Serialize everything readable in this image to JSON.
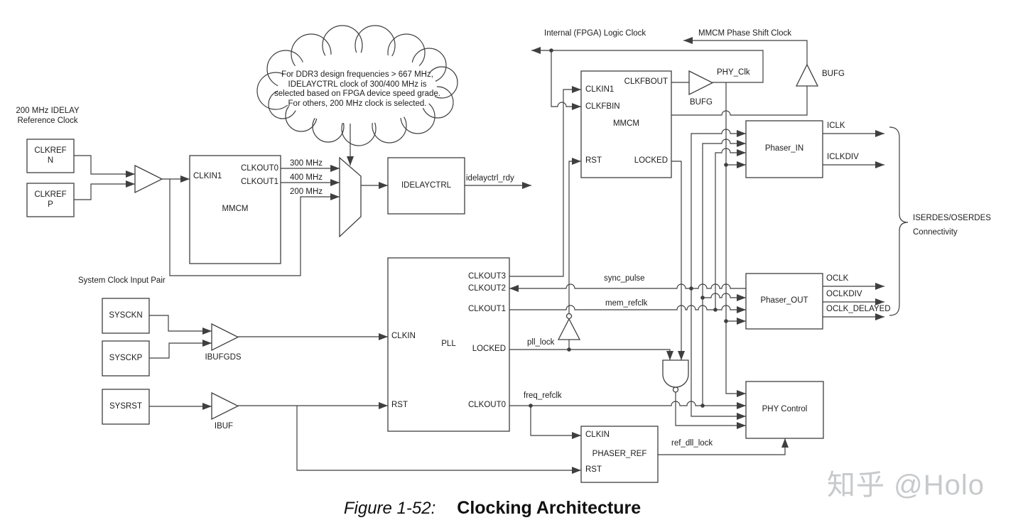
{
  "figure": {
    "caption_prefix": "Figure 1-52:",
    "caption_title": "Clocking Architecture",
    "watermark": "知乎 @Holo"
  },
  "annotations": {
    "idelay_ref_clock": "200 MHz IDELAY\nReference Clock",
    "system_clock_pair": "System Clock Input Pair",
    "cloud_note": "For DDR3 design frequencies > 667 MHz,\nIDELAYCTRL clock of 300/400 MHz is\nselected based on FPGA device speed grade.\nFor others, 200 MHz clock is selected.",
    "internal_logic_clock": "Internal (FPGA) Logic Clock",
    "mmcm_phase_shift_clock": "MMCM Phase Shift Clock",
    "iserdes_line1": "ISERDES/OSERDES",
    "iserdes_line2": "Connectivity"
  },
  "signals": {
    "mhz300": "300 MHz",
    "mhz400": "400 MHz",
    "mhz200": "200 MHz",
    "idelayctrl_rdy": "idelayctrl_rdy",
    "sync_pulse": "sync_pulse",
    "mem_refclk": "mem_refclk",
    "pll_lock": "pll_lock",
    "freq_refclk": "freq_refclk",
    "ref_dll_lock": "ref_dll_lock",
    "phy_clk": "PHY_Clk",
    "iclk": "ICLK",
    "iclkdiv": "ICLKDIV",
    "oclk": "OCLK",
    "oclkdiv": "OCLKDIV",
    "oclk_delayed": "OCLK_DELAYED"
  },
  "blocks": {
    "clkref_n": "CLKREF\nN",
    "clkref_p": "CLKREF\nP",
    "mmcm1": {
      "name": "MMCM",
      "clkin1": "CLKIN1",
      "clkout0": "CLKOUT0",
      "clkout1": "CLKOUT1"
    },
    "idelayctrl": "IDELAYCTRL",
    "sysckn": "SYSCKN",
    "sysckp": "SYSCKP",
    "sysrst": "SYSRST",
    "ibufgds": "IBUFGDS",
    "ibuf": "IBUF",
    "bufg1": "BUFG",
    "bufg2": "BUFG",
    "pll": {
      "name": "PLL",
      "clkin": "CLKIN",
      "rst": "RST",
      "clkout3": "CLKOUT3",
      "clkout2": "CLKOUT2",
      "clkout1": "CLKOUT1",
      "locked": "LOCKED",
      "clkout0": "CLKOUT0"
    },
    "mmcm2": {
      "name": "MMCM",
      "clkin1": "CLKIN1",
      "clkfbin": "CLKFBIN",
      "clkfbout": "CLKFBOUT",
      "rst": "RST",
      "locked": "LOCKED"
    },
    "phaser_in": "Phaser_IN",
    "phaser_out": "Phaser_OUT",
    "phy_control": "PHY Control",
    "phaser_ref": {
      "name": "PHASER_REF",
      "clkin": "CLKIN",
      "rst": "RST"
    }
  },
  "colors": {
    "line": "#3f3f3f",
    "text": "#1c1c1c",
    "watermark": "#c7c9cb"
  }
}
